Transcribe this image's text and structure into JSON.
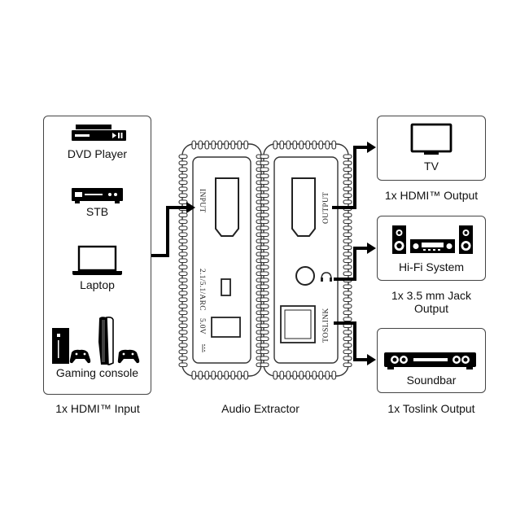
{
  "sources": {
    "dvd_label": "DVD Player",
    "stb_label": "STB",
    "laptop_label": "Laptop",
    "console_label": "Gaming console",
    "caption": "1x HDMI™ Input"
  },
  "extractor": {
    "caption": "Audio Extractor",
    "input_label": "INPUT",
    "arc_label": "2.1/5.1/ARC",
    "power_label": "5.0V",
    "output_label": "OUTPUT",
    "toslink_label": "TOSLINK"
  },
  "outputs": {
    "tv_label": "TV",
    "tv_caption": "1x HDMI™ Output",
    "hifi_label": "Hi-Fi System",
    "hifi_caption_line1": "1x 3.5 mm Jack",
    "hifi_caption_line2": "Output",
    "soundbar_label": "Soundbar",
    "soundbar_caption": "1x Toslink Output"
  }
}
